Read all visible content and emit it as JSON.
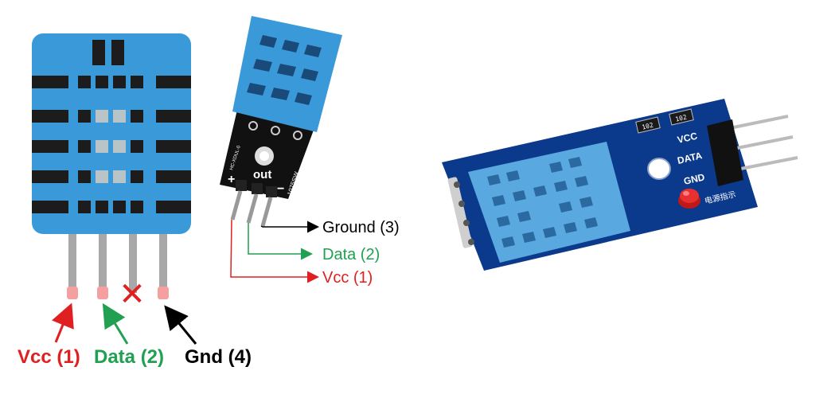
{
  "sensor_pinout": {
    "pins": [
      {
        "label": "Vcc (1)",
        "color": "#e02020"
      },
      {
        "label": "Data (2)",
        "color": "#20a050"
      },
      {
        "label": "Gnd (4)",
        "color": "#000000"
      }
    ],
    "unused_mark": "✕"
  },
  "module_pinout": {
    "pins": [
      {
        "label": "Ground (3)",
        "color": "#000000"
      },
      {
        "label": "Data (2)",
        "color": "#20a050"
      },
      {
        "label": "Vcc (1)",
        "color": "#e02020"
      }
    ],
    "silk": {
      "plus": "+",
      "minus": "−",
      "out": "out",
      "model": "HC-XDUL-0",
      "part": "1075SW"
    }
  },
  "breakout_board": {
    "silk": {
      "vcc": "VCC",
      "data": "DATA",
      "gnd": "GND",
      "led": "电源指示"
    },
    "resistors": [
      "102",
      "102"
    ]
  },
  "colors": {
    "sensor_blue": "#3a9ad9",
    "board_blue": "#0b3a8c",
    "module_black": "#111111"
  }
}
